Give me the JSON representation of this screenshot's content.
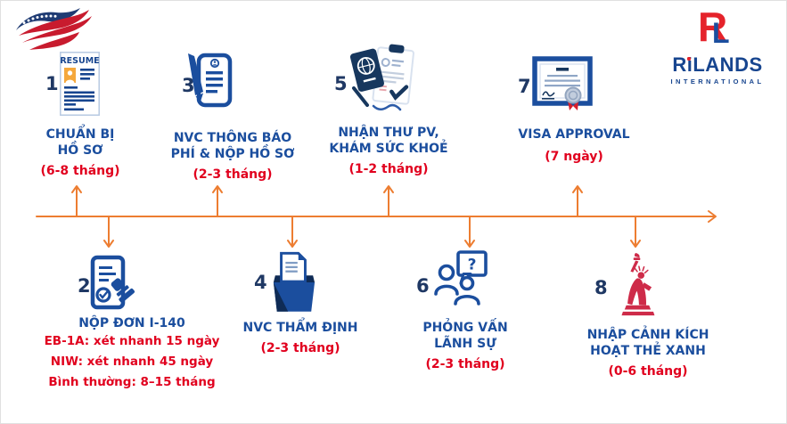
{
  "colors": {
    "title_blue": "#1B4E9E",
    "number_navy": "#1F3864",
    "duration_red": "#E1001E",
    "timeline_orange": "#ED7D31",
    "logo_red": "#E5232B",
    "statue_red": "#CE2B49"
  },
  "branding": {
    "flag": "us-flag",
    "logo": {
      "monogram": "RL",
      "name": "RiLANDS",
      "subtitle": "INTERNATIONAL"
    }
  },
  "steps": [
    {
      "number": "1",
      "icon": "resume-icon",
      "icon_label": "RESUME",
      "title_lines": [
        "CHUẨN BỊ",
        "HỒ SƠ"
      ],
      "duration": "(6-8 tháng)",
      "side": "top"
    },
    {
      "number": "2",
      "icon": "stamp-document-icon",
      "title_lines": [
        "NỘP ĐƠN I-140"
      ],
      "details": [
        "EB-1A: xét nhanh 15 ngày",
        "NIW: xét nhanh 45 ngày",
        "Bình thường: 8–15 tháng"
      ],
      "side": "bottom"
    },
    {
      "number": "3",
      "icon": "pen-document-icon",
      "title_lines": [
        "NVC THÔNG BÁO",
        "PHÍ & NỘP HỒ SƠ"
      ],
      "duration": "(2-3 tháng)",
      "side": "top"
    },
    {
      "number": "4",
      "icon": "folder-document-icon",
      "title_lines": [
        "NVC THẨM ĐỊNH"
      ],
      "duration": "(2-3 tháng)",
      "side": "bottom"
    },
    {
      "number": "5",
      "icon": "passport-medical-icon",
      "title_lines": [
        "NHẬN THƯ PV,",
        "KHÁM SỨC KHOẺ"
      ],
      "duration": "(1-2 tháng)",
      "side": "top"
    },
    {
      "number": "6",
      "icon": "interview-question-icon",
      "bubble_text": "?",
      "title_lines": [
        "PHỎNG VẤN",
        "LÃNH SỰ"
      ],
      "duration": "(2-3 tháng)",
      "side": "bottom"
    },
    {
      "number": "7",
      "icon": "certificate-seal-icon",
      "title_lines": [
        "VISA APPROVAL"
      ],
      "duration": "(7 ngày)",
      "side": "top"
    },
    {
      "number": "8",
      "icon": "statue-of-liberty-icon",
      "title_lines": [
        "NHẬP CẢNH KÍCH",
        "HOẠT THẺ XANH"
      ],
      "duration": "(0-6 tháng)",
      "side": "bottom"
    }
  ]
}
